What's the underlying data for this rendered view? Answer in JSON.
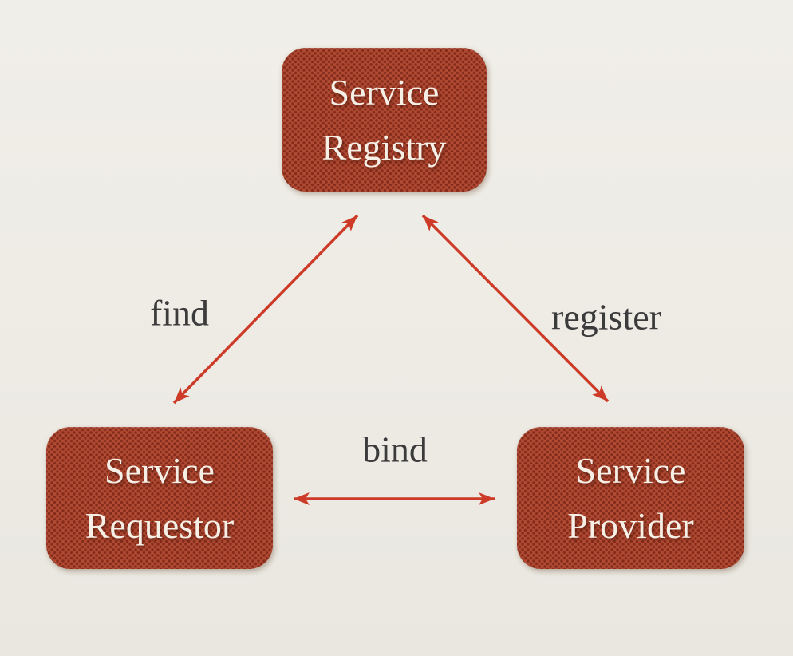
{
  "diagram": {
    "nodes": [
      {
        "id": "registry",
        "line1": "Service",
        "line2": "Registry"
      },
      {
        "id": "requestor",
        "line1": "Service",
        "line2": "Requestor"
      },
      {
        "id": "provider",
        "line1": "Service",
        "line2": "Provider"
      }
    ],
    "edges": [
      {
        "id": "find",
        "label": "find",
        "from": "requestor",
        "to": "registry",
        "direction": "bidirectional"
      },
      {
        "id": "register",
        "label": "register",
        "from": "provider",
        "to": "registry",
        "direction": "bidirectional"
      },
      {
        "id": "bind",
        "label": "bind",
        "from": "requestor",
        "to": "provider",
        "direction": "bidirectional"
      }
    ],
    "colors": {
      "node_fill": "#b24b34",
      "node_dot_texture": "#7d2617",
      "node_text": "#f6efe6",
      "arrow": "#cd3a27",
      "label_text": "#3c3b3b",
      "background": "#edebe4"
    }
  }
}
